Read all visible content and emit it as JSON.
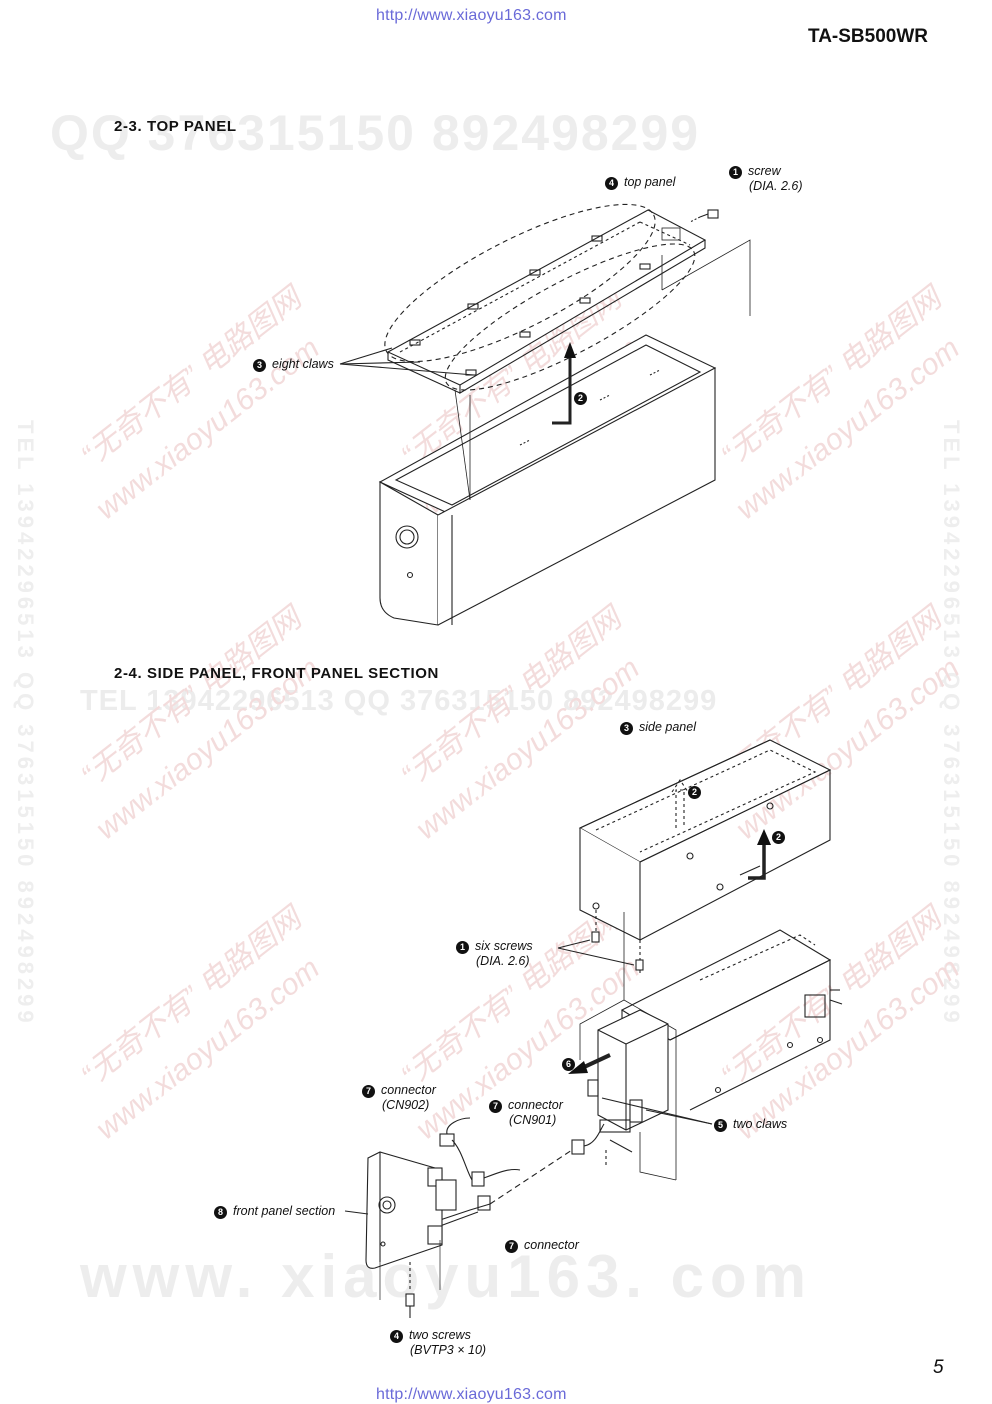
{
  "header": {
    "url_top": "http://www.xiaoyu163.com",
    "model": "TA-SB500WR"
  },
  "footer": {
    "url_bottom": "http://www.xiaoyu163.com",
    "page_number": "5"
  },
  "watermarks": {
    "qq_line": "QQ 376315150   892498299",
    "tel_line": "TEL 13942296513   QQ 376315150   892498299",
    "vertical_right": "TEL 13942296513 QQ 376315150 892498299",
    "vertical_left": "TEL 13942296513 QQ 376315150 892498299",
    "brand_cn": "“无奇不有” 电路图网",
    "brand_url": "www.xiaoyu163.com",
    "bottom_big": "www. xiaoyu163. com"
  },
  "section_top_panel": {
    "heading": "2-3.   TOP  PANEL",
    "labels": {
      "screw_num": "1",
      "screw": "screw",
      "screw_spec": "(DIA. 2.6)",
      "top_panel_num": "4",
      "top_panel": "top panel",
      "claws_num": "3",
      "claws": "eight claws",
      "lift_num": "2"
    }
  },
  "section_side_panel": {
    "heading": "2-4.   SIDE  PANEL,  FRONT  PANEL  SECTION",
    "labels": {
      "side_panel_num": "3",
      "side_panel": "side panel",
      "lift_num_a": "2",
      "lift_num_b": "2",
      "six_screws_num": "1",
      "six_screws": "six screws",
      "six_screws_spec": "(DIA. 2.6)",
      "pull_num": "6",
      "cn902_num": "7",
      "cn902": "connector",
      "cn902_spec": "(CN902)",
      "cn901_num": "7",
      "cn901": "connector",
      "cn901_spec": "(CN901)",
      "two_claws_num": "5",
      "two_claws": "two claws",
      "front_num": "8",
      "front": "front panel section",
      "conn_num": "7",
      "conn": "connector",
      "two_screws_num": "4",
      "two_screws": "two screws",
      "two_screws_spec": "(BVTP3 × 10)"
    }
  }
}
